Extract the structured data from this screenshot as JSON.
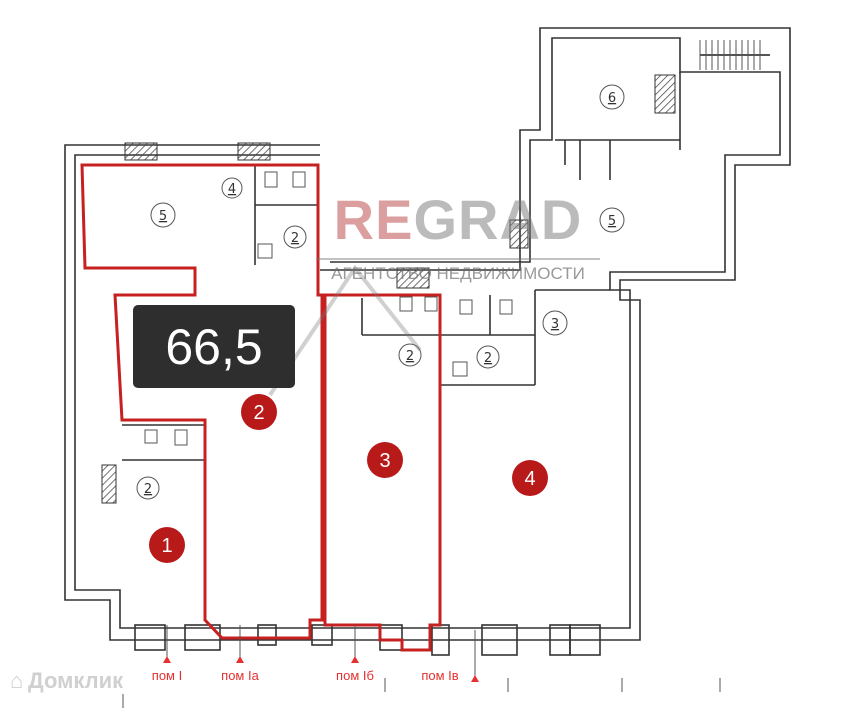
{
  "plan": {
    "area_label": "66,5",
    "room_markers": [
      "1",
      "2",
      "3",
      "4"
    ],
    "room_numbers": {
      "left_big": "5",
      "left_wc": "4",
      "left_wc2": "2",
      "room1_wc": "2",
      "mid_wc_a": "2",
      "mid_wc_b": "2",
      "mid_wc_c": "3",
      "right_top": "6",
      "right_mid": "5"
    },
    "entrances": [
      "пом I",
      "пом Iа",
      "пом Iб",
      "пом Iв"
    ],
    "highlight_color": "#c62020"
  },
  "watermark": {
    "brand_re": "RE",
    "brand_grad": "GRAD",
    "tagline": "АГЕНТСТВО НЕДВИЖИМОСТИ",
    "source": "Домклик"
  }
}
